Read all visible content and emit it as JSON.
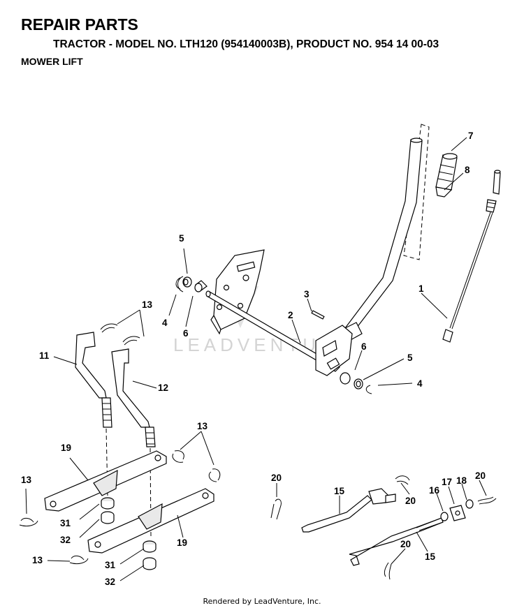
{
  "header": {
    "title": "REPAIR PARTS",
    "subtitle": "TRACTOR - MODEL NO. LTH120 (954140003B), PRODUCT NO. 954 14 00-03",
    "section": "MOWER LIFT"
  },
  "watermark": "LEADVENTURE",
  "footer": "Rendered by LeadVenture, Inc.",
  "callouts": [
    {
      "label": "1"
    },
    {
      "label": "2"
    },
    {
      "label": "3"
    },
    {
      "label": "4"
    },
    {
      "label": "4"
    },
    {
      "label": "5"
    },
    {
      "label": "5"
    },
    {
      "label": "6"
    },
    {
      "label": "6"
    },
    {
      "label": "7"
    },
    {
      "label": "8"
    },
    {
      "label": "11"
    },
    {
      "label": "12"
    },
    {
      "label": "13"
    },
    {
      "label": "13"
    },
    {
      "label": "13"
    },
    {
      "label": "13"
    },
    {
      "label": "15"
    },
    {
      "label": "15"
    },
    {
      "label": "16"
    },
    {
      "label": "17"
    },
    {
      "label": "18"
    },
    {
      "label": "19"
    },
    {
      "label": "19"
    },
    {
      "label": "20"
    },
    {
      "label": "20"
    },
    {
      "label": "20"
    },
    {
      "label": "20"
    },
    {
      "label": "31"
    },
    {
      "label": "31"
    },
    {
      "label": "32"
    },
    {
      "label": "32"
    }
  ]
}
